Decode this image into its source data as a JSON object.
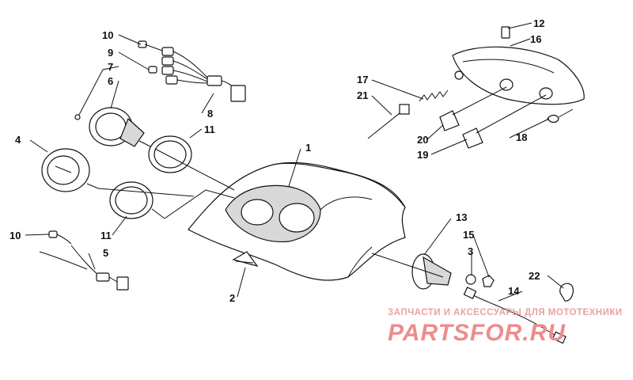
{
  "diagram": {
    "callouts": [
      {
        "id": "c1",
        "label": "1"
      },
      {
        "id": "c2",
        "label": "2"
      },
      {
        "id": "c3",
        "label": "3"
      },
      {
        "id": "c4",
        "label": "4"
      },
      {
        "id": "c5",
        "label": "5"
      },
      {
        "id": "c6",
        "label": "6"
      },
      {
        "id": "c7",
        "label": "7"
      },
      {
        "id": "c8",
        "label": "8"
      },
      {
        "id": "c9",
        "label": "9"
      },
      {
        "id": "c10a",
        "label": "10"
      },
      {
        "id": "c10b",
        "label": "10"
      },
      {
        "id": "c11a",
        "label": "11"
      },
      {
        "id": "c11b",
        "label": "11"
      },
      {
        "id": "c12",
        "label": "12"
      },
      {
        "id": "c13",
        "label": "13"
      },
      {
        "id": "c14",
        "label": "14"
      },
      {
        "id": "c15",
        "label": "15"
      },
      {
        "id": "c16",
        "label": "16"
      },
      {
        "id": "c17",
        "label": "17"
      },
      {
        "id": "c18",
        "label": "18"
      },
      {
        "id": "c19",
        "label": "19"
      },
      {
        "id": "c20",
        "label": "20"
      },
      {
        "id": "c21",
        "label": "21"
      },
      {
        "id": "c22",
        "label": "22"
      }
    ]
  },
  "watermark": {
    "caption": "ЗАПЧАСТИ И АКСЕССУАРЫ ДЛЯ МОТОТЕХНИКИ",
    "brand": "PARTSFOR.RU"
  },
  "colors": {
    "line": "#111111",
    "watermark": "#ed8c8c"
  }
}
